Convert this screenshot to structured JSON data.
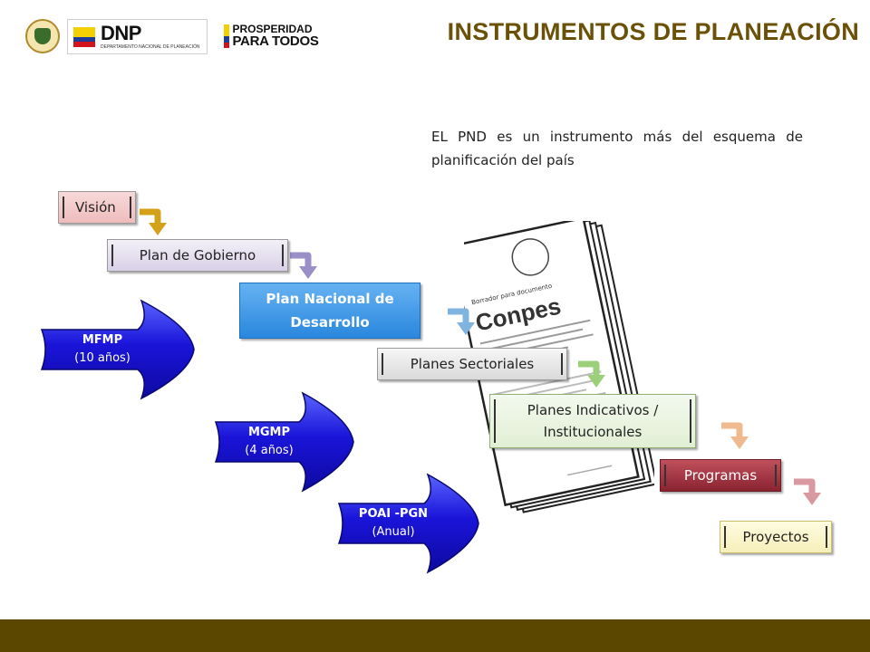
{
  "header": {
    "dnp_logo_text": "DNP",
    "dnp_logo_subtext": "DEPARTAMENTO NACIONAL DE PLANEACIÓN",
    "prosperidad_line1": "PROSPERIDAD",
    "prosperidad_line2": "PARA TODOS",
    "title": "INSTRUMENTOS DE PLANEACIÓN"
  },
  "intro_text": "EL PND es un instrumento más del esquema de planificación del país",
  "cascade": {
    "vision": "Visión",
    "plan_gobierno": "Plan de Gobierno",
    "pnd_line1": "Plan Nacional de",
    "pnd_line2": "Desarrollo",
    "planes_sectoriales": "Planes Sectoriales",
    "planes_indicativos_line1": "Planes Indicativos /",
    "planes_indicativos_line2": "Institucionales",
    "programas": "Programas",
    "proyectos": "Proyectos"
  },
  "document": {
    "header_text": "Borrador para documento",
    "title": "Conpes"
  },
  "arrows": {
    "mfmp": {
      "name": "MFMP",
      "period": "(10 años)"
    },
    "mgmp": {
      "name": "MGMP",
      "period": "(4 años)"
    },
    "poai": {
      "name": "POAI -PGN",
      "period": "(Anual)"
    }
  },
  "colors": {
    "title": "#6b5107",
    "footer_band": "#5c4700",
    "blue_arrow": "#1a14d9",
    "pnd_box": "#3a95e6",
    "programas_box": "#a8363f"
  },
  "icons": {
    "logo_seal": "colombia-coat-of-arms-icon",
    "flow_connector": "curved-arrow-down-right-icon",
    "big_arrow": "right-arrow-icon"
  }
}
